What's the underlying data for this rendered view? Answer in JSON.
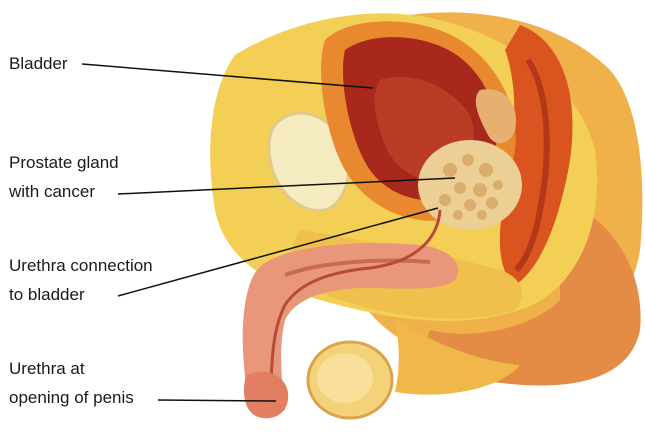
{
  "labels": {
    "bladder": "Bladder",
    "prostate_line1": "Prostate gland",
    "prostate_line2": "with cancer",
    "urethra_connection_line1": "Urethra connection",
    "urethra_connection_line2": "to bladder",
    "urethra_opening_line1": "Urethra at",
    "urethra_opening_line2": "opening of penis"
  },
  "colors": {
    "background": "#ffffff",
    "fat_yellow": "#f2c94a",
    "bladder_wall": "#e07a2c",
    "bladder_interior": "#a3231b",
    "prostate_tumor": "#e6c48a",
    "tissue_pink": "#e8a07a",
    "skin": "#e8935a",
    "leader_line": "#111111",
    "label_text": "#1a1a1a"
  }
}
